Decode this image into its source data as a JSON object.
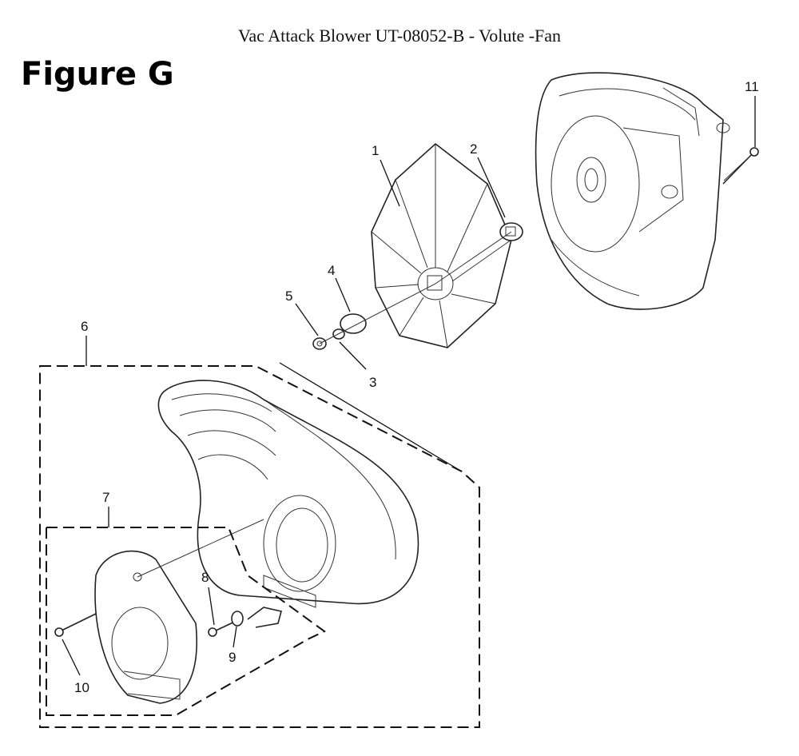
{
  "title": "Vac Attack Blower UT-08052-B - Volute -Fan",
  "figure_label": "Figure G",
  "callouts": [
    {
      "id": "1",
      "label": "1"
    },
    {
      "id": "2",
      "label": "2"
    },
    {
      "id": "3",
      "label": "3"
    },
    {
      "id": "4",
      "label": "4"
    },
    {
      "id": "5",
      "label": "5"
    },
    {
      "id": "6",
      "label": "6"
    },
    {
      "id": "7",
      "label": "7"
    },
    {
      "id": "8",
      "label": "8"
    },
    {
      "id": "9",
      "label": "9"
    },
    {
      "id": "10",
      "label": "10"
    },
    {
      "id": "11",
      "label": "11"
    }
  ]
}
